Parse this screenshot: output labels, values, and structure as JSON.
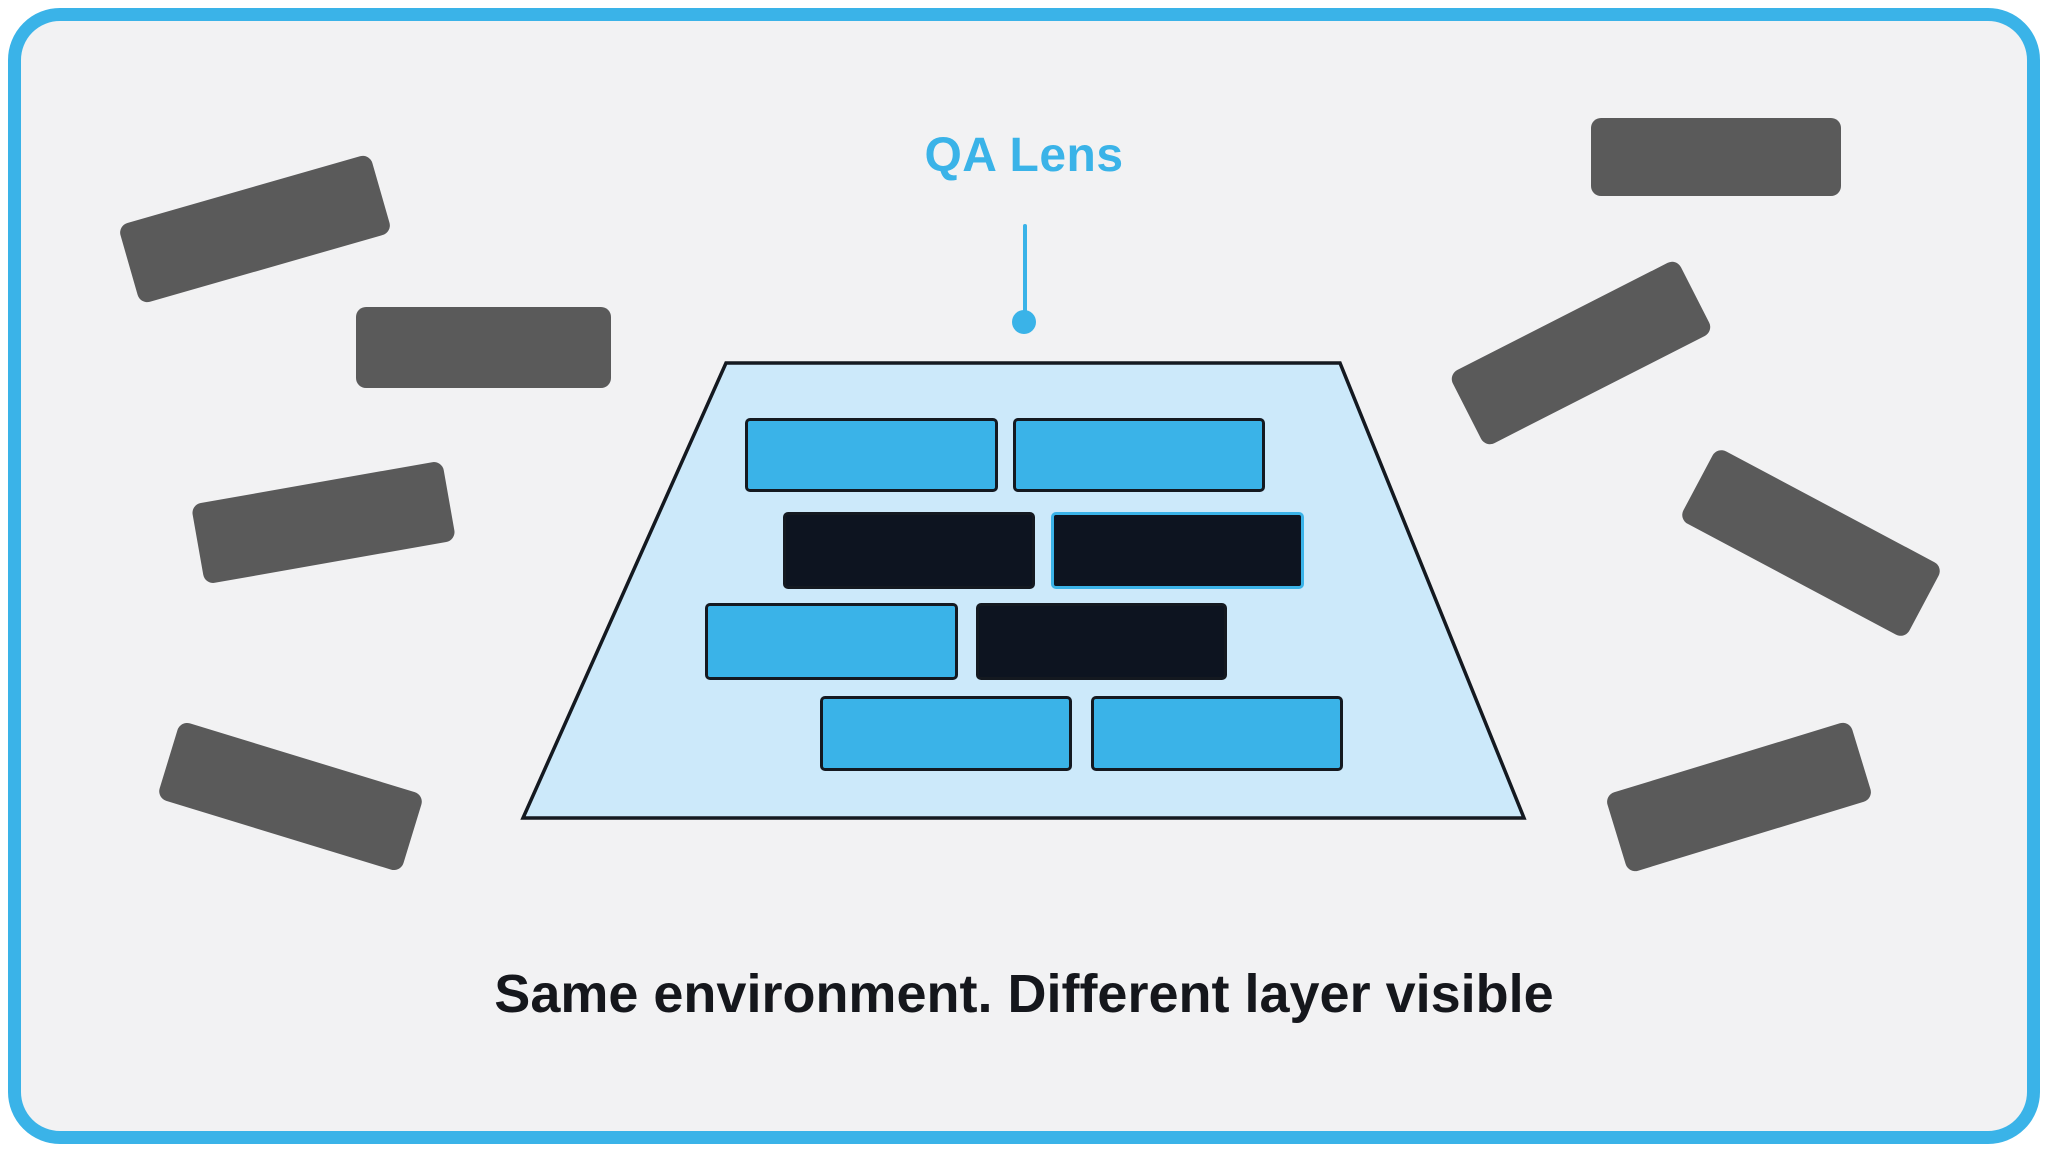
{
  "lens": {
    "label": "QA Lens",
    "blocks": [
      {
        "pos": "row1-left",
        "state": "visible"
      },
      {
        "pos": "row1-right",
        "state": "visible"
      },
      {
        "pos": "row2-left",
        "state": "dark"
      },
      {
        "pos": "row2-right",
        "state": "dark-accent-border"
      },
      {
        "pos": "row3-left",
        "state": "visible"
      },
      {
        "pos": "row3-right",
        "state": "dark"
      },
      {
        "pos": "row4-left",
        "state": "visible"
      },
      {
        "pos": "row4-right",
        "state": "visible"
      }
    ]
  },
  "environment": {
    "block_count": 8
  },
  "caption": "Same environment. Different layer visible",
  "colors": {
    "accent": "#3ab3e8",
    "card_border": "#3ab3e8",
    "card_background": "#f2f2f3",
    "lens_fill": "#cce9fa",
    "lens_outline": "#141920",
    "visible_block": "#3ab3e8",
    "dark_block": "#0d1420",
    "gray_block": "#5a5a5a",
    "caption_text": "#15171c"
  }
}
